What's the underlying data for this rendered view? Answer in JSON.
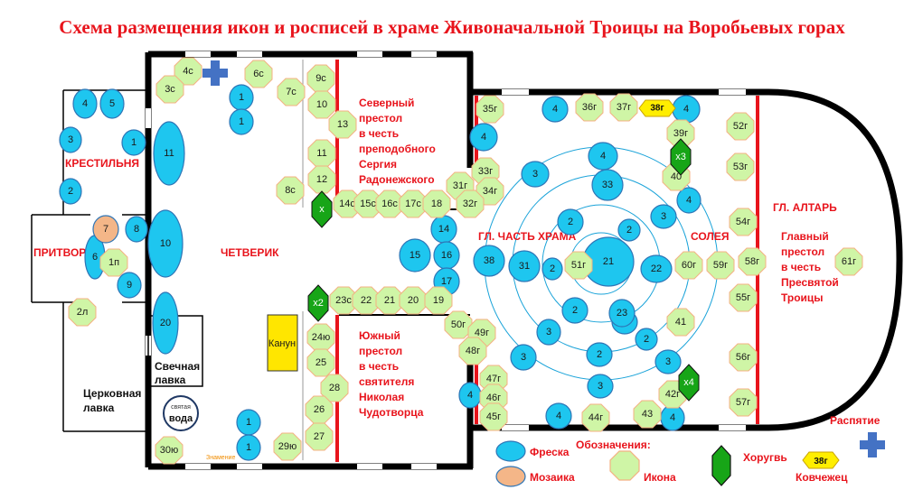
{
  "title": "Схема размещения икон и росписей в храме Живоначальной Троицы на Воробьевых горах",
  "areas": {
    "krestilnya": "КРЕСТИЛЬНЯ",
    "pritvor": "ПРИТВОР",
    "chetverik": "ЧЕТВЕРИК",
    "main_part": "ГЛ. ЧАСТЬ ХРАМА",
    "soleya": "СОЛЕЯ",
    "main_altar": "ГЛ. АЛТАРЬ",
    "candle_shop_1": "Свечная",
    "candle_shop_2": "лавка",
    "church_shop_1": "Церковная",
    "church_shop_2": "лавка",
    "kanun": "Канун",
    "holy_water_1": "святая",
    "holy_water_2": "вода",
    "cross_label": "Распятие",
    "small_note": "Знамение"
  },
  "north_throne": [
    "Северный",
    "престол",
    "в честь",
    "преподобного",
    "Сергия",
    "Радонежского"
  ],
  "south_throne": [
    "Южный",
    "престол",
    "в честь",
    "святителя",
    "Николая",
    "Чудотворца"
  ],
  "main_throne": [
    "Главный",
    "престол",
    "в честь",
    "Пресвятой",
    "Троицы"
  ],
  "legend": {
    "heading": "Обозначения:",
    "fresco": "Фреска",
    "mosaic": "Мозаика",
    "icon": "Икона",
    "banner": "Хоругвь",
    "ark": "Ковчежец",
    "ark_sample": "38г"
  },
  "colors": {
    "fresco": "#1ec6ef",
    "mosaic": "#f4b688",
    "icon": "#cff5a6",
    "banner": "#17a517",
    "ark": "#ffee00",
    "cross": "#4472c4",
    "wall": "#000000",
    "red": "#e8141c",
    "candle": "#ffe600"
  },
  "frescoes": [
    {
      "id": "f1",
      "t": "4"
    },
    {
      "id": "f2",
      "t": "5"
    },
    {
      "id": "f3",
      "t": "3"
    },
    {
      "id": "f4",
      "t": "1"
    },
    {
      "id": "f5",
      "t": "2"
    },
    {
      "id": "f6",
      "t": "8"
    },
    {
      "id": "f7",
      "t": "6"
    },
    {
      "id": "f8",
      "t": "9"
    },
    {
      "id": "f9",
      "t": "11"
    },
    {
      "id": "f10",
      "t": "10"
    },
    {
      "id": "f11",
      "t": "20"
    },
    {
      "id": "f12",
      "t": "1"
    },
    {
      "id": "f13",
      "t": "1"
    },
    {
      "id": "f14",
      "t": "1"
    },
    {
      "id": "f15",
      "t": "1"
    },
    {
      "id": "f16",
      "t": "14"
    },
    {
      "id": "f17",
      "t": "15"
    },
    {
      "id": "f18",
      "t": "16"
    },
    {
      "id": "f19",
      "t": "17"
    },
    {
      "id": "f20",
      "t": "38"
    },
    {
      "id": "f21",
      "t": "31"
    },
    {
      "id": "f22",
      "t": "2"
    },
    {
      "id": "f23",
      "t": "21"
    },
    {
      "id": "f24",
      "t": "22"
    },
    {
      "id": "f25",
      "t": "4"
    },
    {
      "id": "f26",
      "t": "33"
    },
    {
      "id": "f27",
      "t": "3"
    },
    {
      "id": "f28",
      "t": "2"
    },
    {
      "id": "f29",
      "t": "2"
    },
    {
      "id": "f30",
      "t": "3"
    },
    {
      "id": "f31",
      "t": "4"
    },
    {
      "id": "f32",
      "t": "2"
    },
    {
      "id": "f33",
      "t": "2"
    },
    {
      "id": "f34",
      "t": "23"
    },
    {
      "id": "f35",
      "t": "3"
    },
    {
      "id": "f36",
      "t": "2"
    },
    {
      "id": "f37",
      "t": "2"
    },
    {
      "id": "f38",
      "t": "3"
    },
    {
      "id": "f39",
      "t": "3"
    },
    {
      "id": "f40",
      "t": "3"
    },
    {
      "id": "f41",
      "t": "4"
    },
    {
      "id": "f42",
      "t": "4"
    },
    {
      "id": "f43",
      "t": "4"
    },
    {
      "id": "f44",
      "t": "4"
    },
    {
      "id": "f45",
      "t": "4"
    },
    {
      "id": "f46",
      "t": "4"
    },
    {
      "id": "f47",
      "t": "4"
    }
  ],
  "mosaics": [
    {
      "id": "m1",
      "t": "7"
    }
  ],
  "icons": [
    {
      "id": "i1",
      "t": "4с"
    },
    {
      "id": "i2",
      "t": "3с"
    },
    {
      "id": "i3",
      "t": "6с"
    },
    {
      "id": "i4",
      "t": "7с"
    },
    {
      "id": "i5",
      "t": "9с"
    },
    {
      "id": "i6",
      "t": "10"
    },
    {
      "id": "i7",
      "t": "13"
    },
    {
      "id": "i8",
      "t": "11"
    },
    {
      "id": "i9",
      "t": "12"
    },
    {
      "id": "i10",
      "t": "8с"
    },
    {
      "id": "i11",
      "t": "14с"
    },
    {
      "id": "i12",
      "t": "15с"
    },
    {
      "id": "i13",
      "t": "16с"
    },
    {
      "id": "i14",
      "t": "17с"
    },
    {
      "id": "i15",
      "t": "18"
    },
    {
      "id": "i16",
      "t": "1п"
    },
    {
      "id": "i17",
      "t": "2л"
    },
    {
      "id": "i18",
      "t": "23с"
    },
    {
      "id": "i19",
      "t": "22"
    },
    {
      "id": "i20",
      "t": "21"
    },
    {
      "id": "i21",
      "t": "20"
    },
    {
      "id": "i22",
      "t": "19"
    },
    {
      "id": "i23",
      "t": "24ю"
    },
    {
      "id": "i24",
      "t": "25"
    },
    {
      "id": "i25",
      "t": "28"
    },
    {
      "id": "i26",
      "t": "26"
    },
    {
      "id": "i27",
      "t": "27"
    },
    {
      "id": "i28",
      "t": "29ю"
    },
    {
      "id": "i29",
      "t": "30ю"
    },
    {
      "id": "i30",
      "t": "35г"
    },
    {
      "id": "i31",
      "t": "36г"
    },
    {
      "id": "i32",
      "t": "37г"
    },
    {
      "id": "i33",
      "t": "33г"
    },
    {
      "id": "i34",
      "t": "31г"
    },
    {
      "id": "i35",
      "t": "34г"
    },
    {
      "id": "i36",
      "t": "32г"
    },
    {
      "id": "i37",
      "t": "39г"
    },
    {
      "id": "i38",
      "t": "40"
    },
    {
      "id": "i39",
      "t": "50г"
    },
    {
      "id": "i40",
      "t": "49г"
    },
    {
      "id": "i41",
      "t": "48г"
    },
    {
      "id": "i42",
      "t": "47г"
    },
    {
      "id": "i43",
      "t": "46г"
    },
    {
      "id": "i44",
      "t": "45г"
    },
    {
      "id": "i45",
      "t": "44г"
    },
    {
      "id": "i46",
      "t": "43"
    },
    {
      "id": "i47",
      "t": "42г"
    },
    {
      "id": "i48",
      "t": "41"
    },
    {
      "id": "i49",
      "t": "51г"
    },
    {
      "id": "i50",
      "t": "60г"
    },
    {
      "id": "i51",
      "t": "59г"
    },
    {
      "id": "i52",
      "t": "52г"
    },
    {
      "id": "i53",
      "t": "53г"
    },
    {
      "id": "i54",
      "t": "54г"
    },
    {
      "id": "i55",
      "t": "58г"
    },
    {
      "id": "i56",
      "t": "55г"
    },
    {
      "id": "i57",
      "t": "56г"
    },
    {
      "id": "i58",
      "t": "57г"
    },
    {
      "id": "i59",
      "t": "61г"
    }
  ],
  "banners": [
    {
      "id": "b1",
      "t": "х"
    },
    {
      "id": "b2",
      "t": "х2"
    },
    {
      "id": "b3",
      "t": "х3"
    },
    {
      "id": "b4",
      "t": "х4"
    }
  ],
  "arks": [
    {
      "id": "a1",
      "t": "38г"
    }
  ]
}
